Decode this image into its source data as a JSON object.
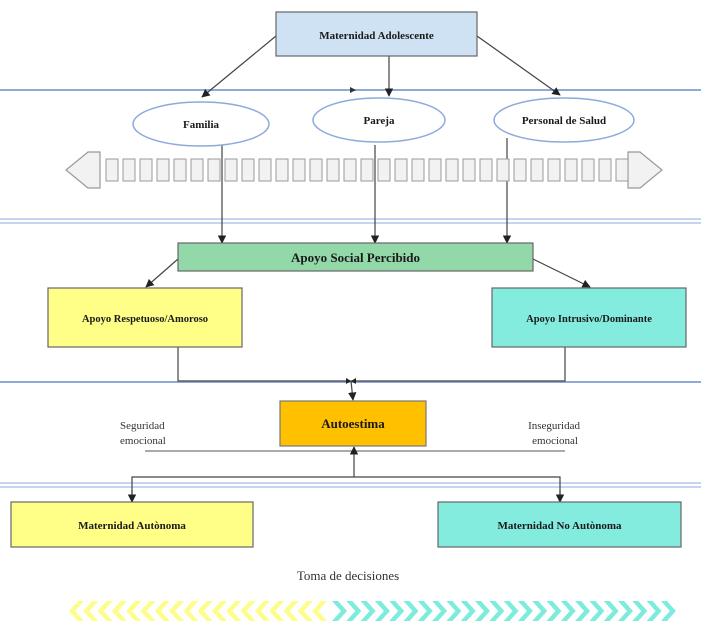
{
  "diagram": {
    "root": {
      "label": "Maternidad Adolescente",
      "fill": "#cfe2f3"
    },
    "sources": [
      {
        "label": "Familia"
      },
      {
        "label": "Pareja"
      },
      {
        "label": "Personal de Salud"
      }
    ],
    "ellipse_stroke": "#8eaadb",
    "perceived_support": {
      "label": "Apoyo Social Percibido",
      "fill": "#93d8a8"
    },
    "support_types": [
      {
        "label": "Apoyo Respetuoso/Amoroso",
        "fill": "#ffff88"
      },
      {
        "label": "Apoyo Intrusivo/Dominante",
        "fill": "#84ecdf"
      }
    ],
    "self_esteem": {
      "label": "Autoestima",
      "fill": "#ffc000"
    },
    "emotional_labels": {
      "left": [
        "Seguridad",
        "emocional"
      ],
      "right": [
        "Inseguridad",
        "emocional"
      ]
    },
    "outcomes": [
      {
        "label": "Maternidad Autònoma",
        "fill": "#ffff88"
      },
      {
        "label": "Maternidad No Autònoma",
        "fill": "#84ecdf"
      }
    ],
    "decision_label": "Toma de decisiones",
    "chevron_colors": {
      "left": "#fdfd8a",
      "right": "#7eecdc"
    },
    "separator_color": "#8eaadb",
    "line_color": "#444444"
  }
}
